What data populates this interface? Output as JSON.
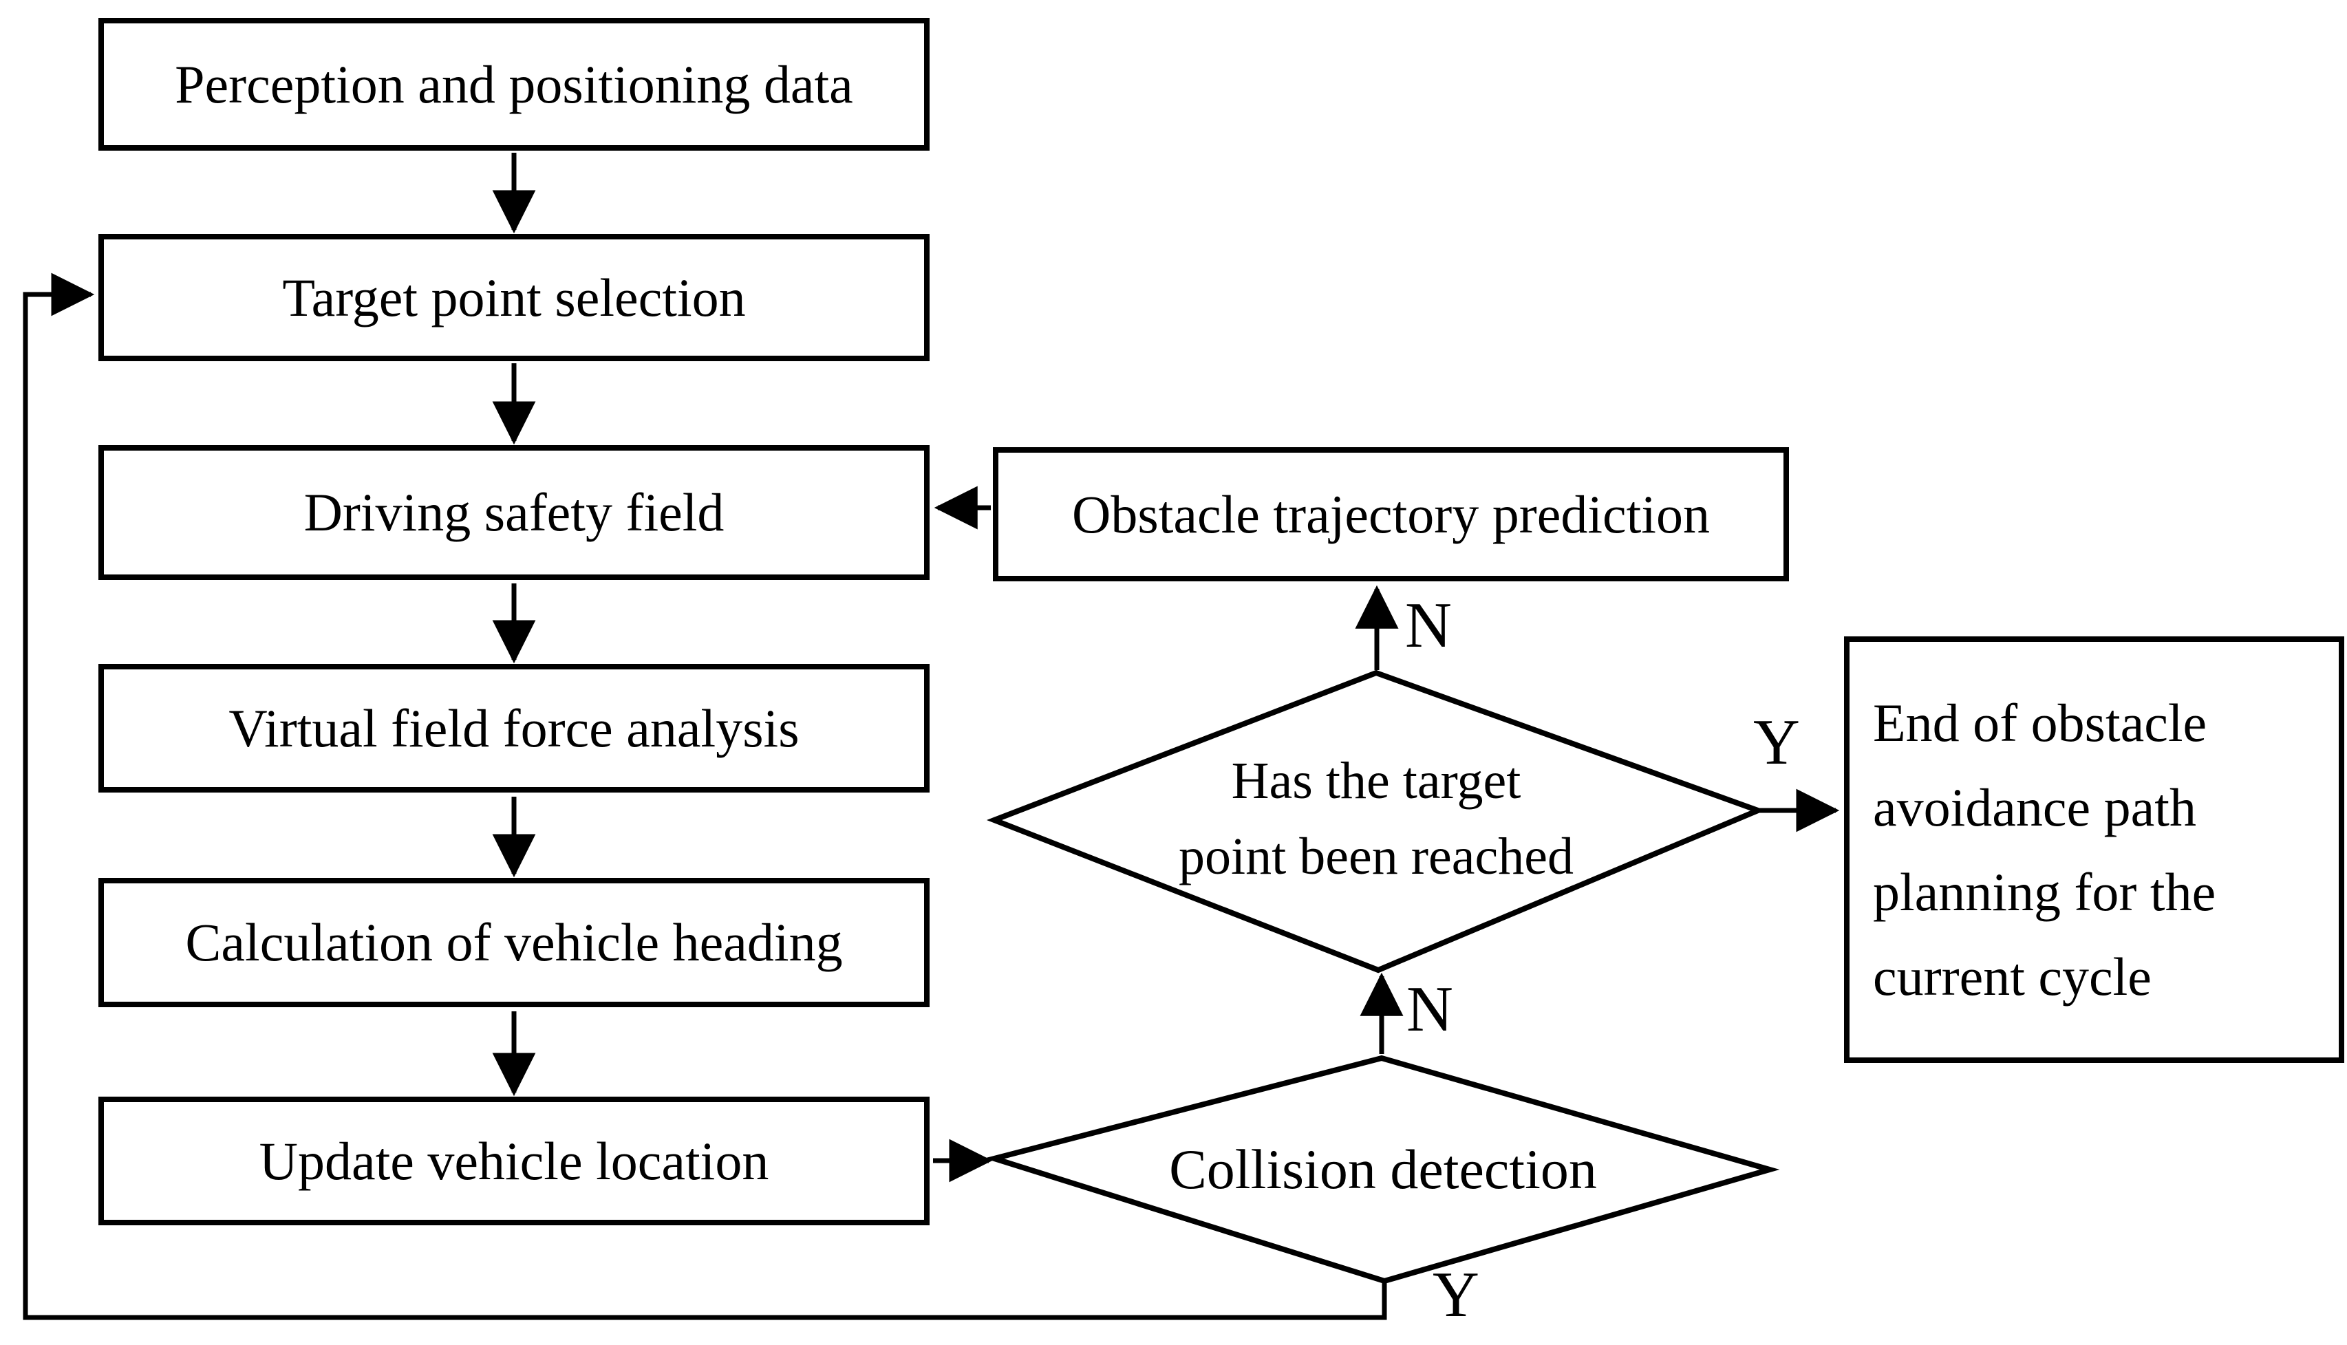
{
  "diagram": {
    "colors": {
      "background": "#ffffff",
      "stroke": "#000000"
    },
    "nodes": {
      "perception": {
        "type": "process",
        "label": "Perception and positioning data"
      },
      "target_point_selection": {
        "type": "process",
        "label": "Target point selection"
      },
      "driving_safety_field": {
        "type": "process",
        "label": "Driving safety field"
      },
      "virtual_field_force": {
        "type": "process",
        "label": "Virtual field force analysis"
      },
      "vehicle_heading": {
        "type": "process",
        "label": "Calculation of vehicle heading"
      },
      "update_vehicle_location": {
        "type": "process",
        "label": "Update vehicle location"
      },
      "obstacle_trajectory": {
        "type": "process",
        "label": "Obstacle trajectory prediction"
      },
      "target_reached_decision": {
        "type": "decision",
        "lines": [
          "Has the target",
          "point been reached"
        ]
      },
      "collision_detection_decision": {
        "type": "decision",
        "label": "Collision detection"
      },
      "end_of_planning": {
        "type": "terminal",
        "lines": [
          "End of obstacle",
          "avoidance path",
          "planning for the",
          "current cycle"
        ]
      }
    },
    "edge_labels": {
      "target_reached_no": "N",
      "target_reached_yes": "Y",
      "collision_no": "N",
      "collision_yes": "Y"
    },
    "edges": [
      {
        "from": "perception",
        "to": "target_point_selection",
        "label": ""
      },
      {
        "from": "target_point_selection",
        "to": "driving_safety_field",
        "label": ""
      },
      {
        "from": "driving_safety_field",
        "to": "virtual_field_force",
        "label": ""
      },
      {
        "from": "virtual_field_force",
        "to": "vehicle_heading",
        "label": ""
      },
      {
        "from": "vehicle_heading",
        "to": "update_vehicle_location",
        "label": ""
      },
      {
        "from": "update_vehicle_location",
        "to": "collision_detection_decision",
        "label": ""
      },
      {
        "from": "collision_detection_decision",
        "to": "target_reached_decision",
        "label": "N"
      },
      {
        "from": "collision_detection_decision",
        "to": "target_point_selection",
        "label": "Y"
      },
      {
        "from": "target_reached_decision",
        "to": "obstacle_trajectory",
        "label": "N"
      },
      {
        "from": "target_reached_decision",
        "to": "end_of_planning",
        "label": "Y"
      },
      {
        "from": "obstacle_trajectory",
        "to": "driving_safety_field",
        "label": ""
      }
    ]
  }
}
